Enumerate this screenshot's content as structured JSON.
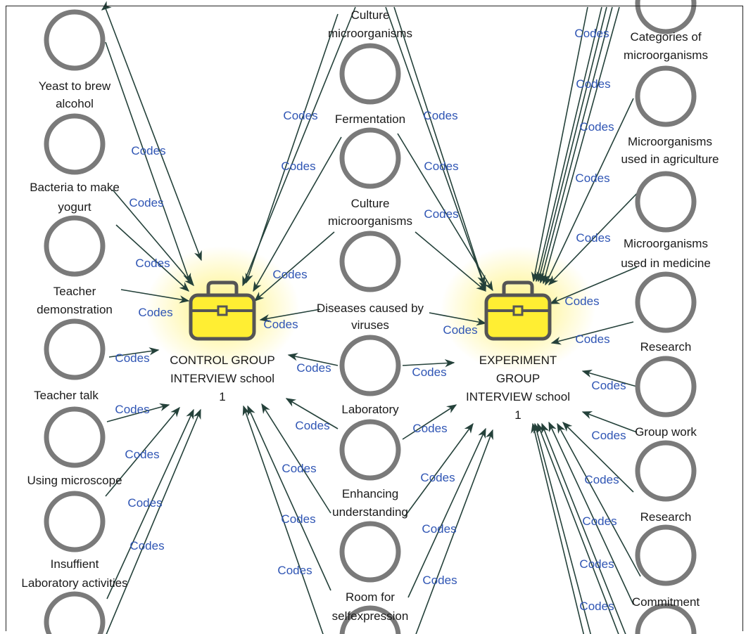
{
  "edge_label": "Codes",
  "colors": {
    "ring": "#7a7a7a",
    "edge": "#24413a",
    "edge_label": "#2f55b4",
    "hub_fill": "#ffee33",
    "hub_stroke": "#555555",
    "glow": "#fff27a"
  },
  "hubs": [
    {
      "id": "control",
      "icon": "briefcase-icon",
      "lines": [
        "CONTROL GROUP",
        "INTERVIEW school",
        "1"
      ]
    },
    {
      "id": "experiment",
      "icon": "briefcase-icon",
      "lines": [
        "EXPERIMENT",
        "GROUP",
        "INTERVIEW school",
        "1"
      ]
    }
  ],
  "nodes": [
    {
      "id": "n_yeast",
      "lines": [
        "Yeast to brew",
        "alcohol"
      ]
    },
    {
      "id": "n_bacteria",
      "lines": [
        "Bacteria to make",
        "yogurt"
      ]
    },
    {
      "id": "n_teacher_demo",
      "lines": [
        "Teacher",
        "demonstration"
      ]
    },
    {
      "id": "n_teacher_talk",
      "lines": [
        "Teacher talk"
      ]
    },
    {
      "id": "n_microscope",
      "lines": [
        "Using microscope"
      ]
    },
    {
      "id": "n_insuffient",
      "lines": [
        "Insuffient",
        "Laboratory activities"
      ]
    },
    {
      "id": "n_left_bottom",
      "lines": []
    },
    {
      "id": "n_culture_top",
      "lines": [
        "Culture",
        "microorganisms"
      ]
    },
    {
      "id": "n_fermentation",
      "lines": [
        "Fermentation"
      ]
    },
    {
      "id": "n_culture2",
      "lines": [
        "Culture",
        "microorganisms"
      ]
    },
    {
      "id": "n_diseases",
      "lines": [
        "Diseases caused by",
        "viruses"
      ]
    },
    {
      "id": "n_laboratory",
      "lines": [
        "Laboratory"
      ]
    },
    {
      "id": "n_enhancing",
      "lines": [
        "Enhancing",
        "understanding"
      ]
    },
    {
      "id": "n_room",
      "lines": [
        "Room for",
        "selfexpression"
      ]
    },
    {
      "id": "n_right_top",
      "lines": []
    },
    {
      "id": "n_categories",
      "lines": [
        "Categories of",
        "microorganisms"
      ]
    },
    {
      "id": "n_agri",
      "lines": [
        "Microorganisms",
        "used in agriculture"
      ]
    },
    {
      "id": "n_medicine",
      "lines": [
        "Microorganisms",
        "used in medicine"
      ]
    },
    {
      "id": "n_research1",
      "lines": [
        "Research"
      ]
    },
    {
      "id": "n_groupwork",
      "lines": [
        "Group work"
      ]
    },
    {
      "id": "n_research2",
      "lines": [
        "Research"
      ]
    },
    {
      "id": "n_commitment",
      "lines": [
        "Commitment"
      ]
    }
  ]
}
